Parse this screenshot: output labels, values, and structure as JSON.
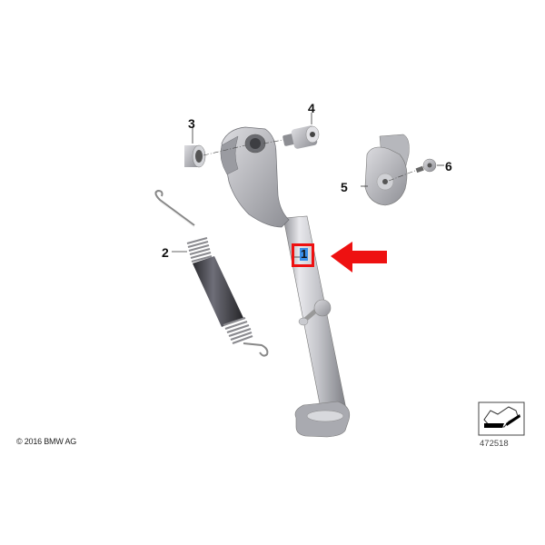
{
  "diagram": {
    "type": "exploded-parts-diagram",
    "subject": "side stand assembly",
    "callouts": [
      {
        "number": "1",
        "part": "side stand",
        "highlighted": true
      },
      {
        "number": "2",
        "part": "tension spring"
      },
      {
        "number": "3",
        "part": "bushing"
      },
      {
        "number": "4",
        "part": "bolt"
      },
      {
        "number": "5",
        "part": "switch"
      },
      {
        "number": "6",
        "part": "screw"
      }
    ],
    "highlight_color": "#ee1111",
    "selection_color": "#3b8ee8"
  },
  "footer": {
    "copyright": "© 2016 BMW AG",
    "diagram_number": "472518"
  }
}
